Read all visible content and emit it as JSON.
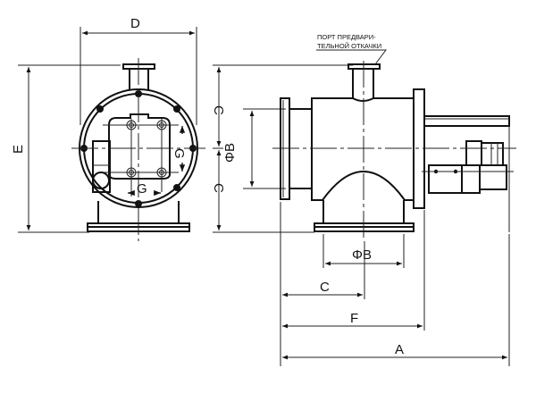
{
  "labels": {
    "D": "D",
    "E": "E",
    "C_top": "C",
    "C_bottom": "C",
    "G_horizontal": "G",
    "G_vertical": "G",
    "phiB_vertical": "ΦB",
    "phiB_horizontal": "ΦB",
    "C_horizontal": "C",
    "F": "F",
    "A": "A"
  },
  "port_note": {
    "line1": "ПОРТ ПРЕДВАРИ-",
    "line2": "ТЕЛЬНОЙ ОТКАЧКИ"
  }
}
